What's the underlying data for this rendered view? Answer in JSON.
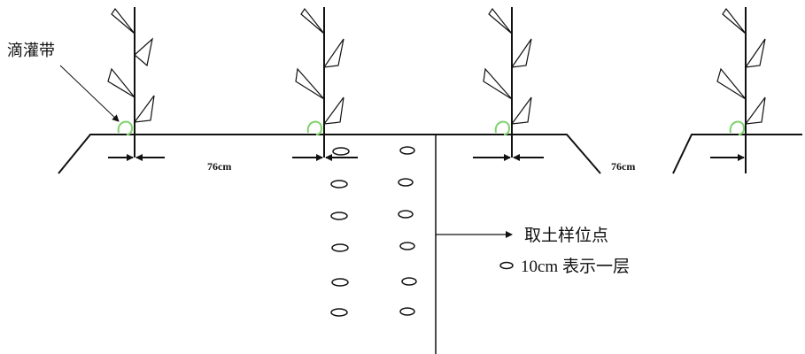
{
  "labels": {
    "drip_tape": "滴灌带",
    "spacing_left": "76cm",
    "spacing_right": "76cm"
  },
  "legend": {
    "sampling_point": "取土样位点",
    "layer_note": "10cm 表示一层"
  },
  "colors": {
    "line": "#111111",
    "drip_tape": "#7dd36a",
    "background": "#ffffff"
  }
}
